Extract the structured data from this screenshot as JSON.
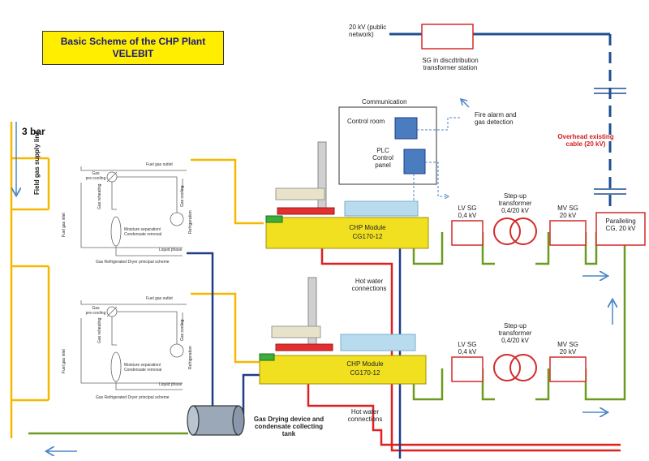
{
  "title": {
    "line1": "Basic Scheme of the CHP Plant",
    "line2": "VELEBIT"
  },
  "public_network": "20 kV (public\nnetwork)",
  "sg_distribution": "SG in discdtribution\ntransformer station",
  "communication": {
    "title": "Communication",
    "control_room": "Control room",
    "plc": "PLC\nControl\npanel"
  },
  "fire_alarm": "Fire alarm and\ngas detection",
  "overhead_cable": "Overhead existing\ncable (20 kV)",
  "pressure": "3 bar",
  "field_gas_supply": "Field gas supply\nline",
  "chp_modules": [
    {
      "name": "CHP Module",
      "model": "CG170-12"
    },
    {
      "name": "CHP Module",
      "model": "CG170-12"
    }
  ],
  "electrical_rows": [
    {
      "lv_sg": "LV SG\n0,4 kV",
      "transformer": "Step-up\ntransformer\n0,4/20 kV",
      "mv_sg": "MV SG\n20 kV"
    },
    {
      "lv_sg": "LV SG\n0,4 kV",
      "transformer": "Step-up\ntransformer\n0,4/20 kV",
      "mv_sg": "MV SG\n20 kV"
    }
  ],
  "paralleling": "Paralleling\nCG, 20 kV",
  "hot_water": [
    "Hot water\nconnections",
    "Hot water\nconnections"
  ],
  "gas_drying_tank": "Gas Drying device and\ncondensate collecting\ntank",
  "dryer_schemes": [
    {
      "fuel_gas_outlet": "Fuel gas outlet",
      "gas_precooling": "Gas\npre-cooling",
      "gas_reheating": "Gas\nreheating",
      "gas_cooling": "Gas\ncooling",
      "refrigeration": "Refrigeration",
      "moisture": "Moisture separation/\nCondensate removal",
      "liquid_phase": "Liquid phase",
      "fuel_gas_inlet": "Fuel gas inlet",
      "caption": "Gas Refrigerated Dryer principal scheme"
    },
    {
      "fuel_gas_outlet": "Fuel gas outlet",
      "gas_precooling": "Gas\npre-cooling",
      "gas_reheating": "Gas\nreheating",
      "gas_cooling": "Gas\ncooling",
      "refrigeration": "Refrigeration",
      "moisture": "Moisture separation/\nCondensate removal",
      "liquid_phase": "Liquid phase",
      "fuel_gas_inlet": "Fuel gas inlet",
      "caption": "Gas Refrigerated Dryer principal scheme"
    }
  ],
  "colors": {
    "gas_line": "#f5b800",
    "power_line": "#6a9a1f",
    "hot_water_red": "#e02020",
    "hot_water_blue": "#1f3c88",
    "network_line": "#1f4f8f",
    "equipment_red": "#d42a2a",
    "engine_yellow": "#f0e020",
    "plc_blue": "#4a7cc0",
    "arrow_blue": "#4a86c8",
    "title_fill": "#ffee00"
  }
}
